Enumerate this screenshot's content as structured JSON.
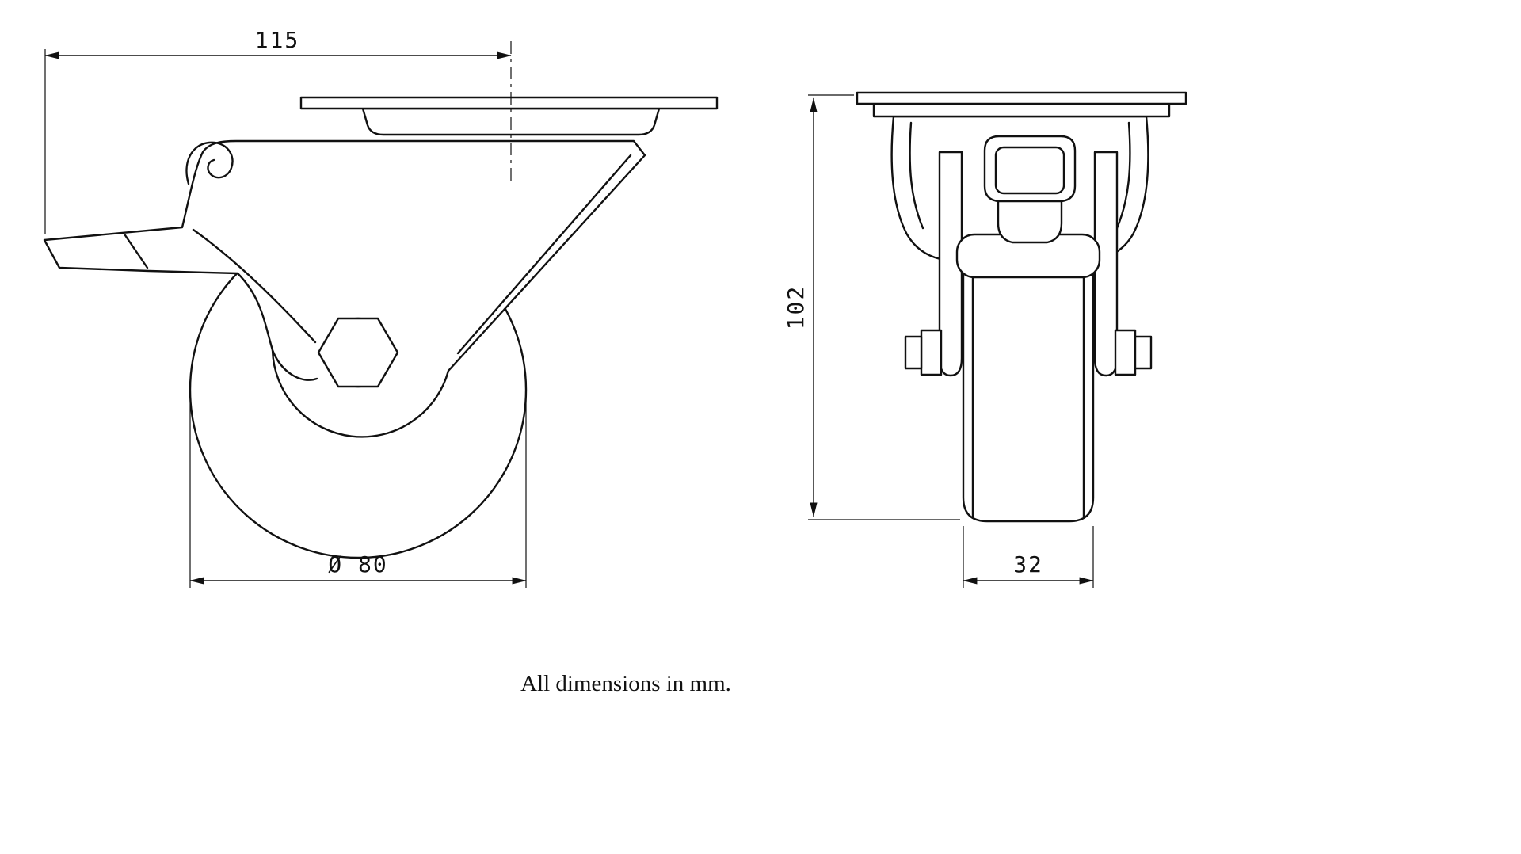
{
  "page": {
    "background": "#ffffff",
    "line_color": "#111111"
  },
  "note": "All dimensions in mm.",
  "side_view": {
    "dim_plate_offset": "115",
    "dim_wheel_diameter": "Ø 80"
  },
  "front_view": {
    "dim_overall_height": "102",
    "dim_wheel_width": "32"
  }
}
